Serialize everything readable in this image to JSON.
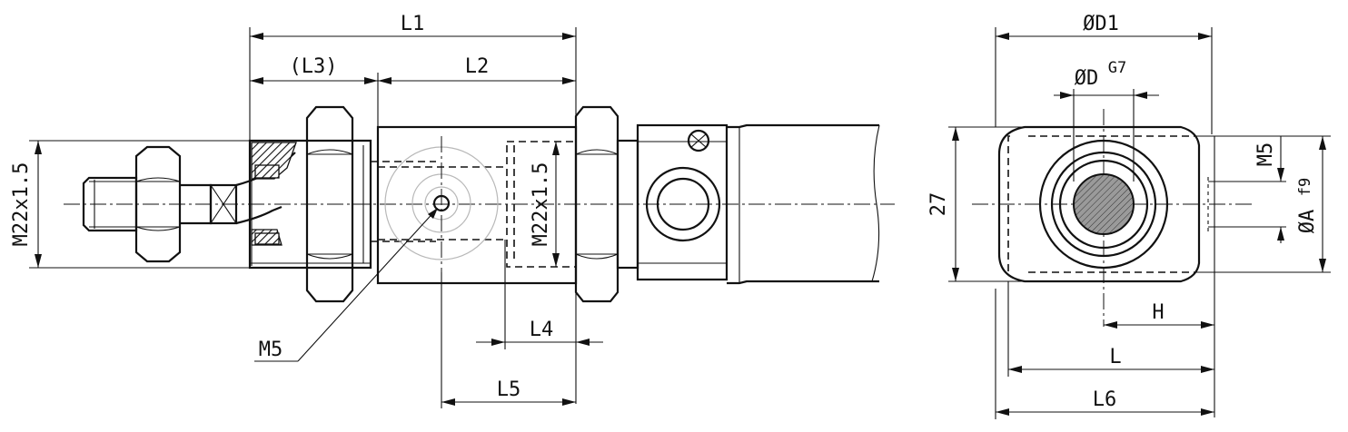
{
  "side_view": {
    "labels": {
      "l1": "L1",
      "l3": "(L3)",
      "l2": "L2",
      "thread_left": "M22x1.5",
      "thread_inner": "M22x1.5",
      "l4": "L4",
      "m5_port": "M5",
      "l5": "L5"
    }
  },
  "end_view": {
    "labels": {
      "d1": "ØD1",
      "d": "ØD",
      "d_tolerance": "G7",
      "height": "27",
      "m5": "M5",
      "a": "ØA",
      "a_tolerance": "f9",
      "h": "H",
      "l": "L",
      "l6": "L6"
    }
  }
}
